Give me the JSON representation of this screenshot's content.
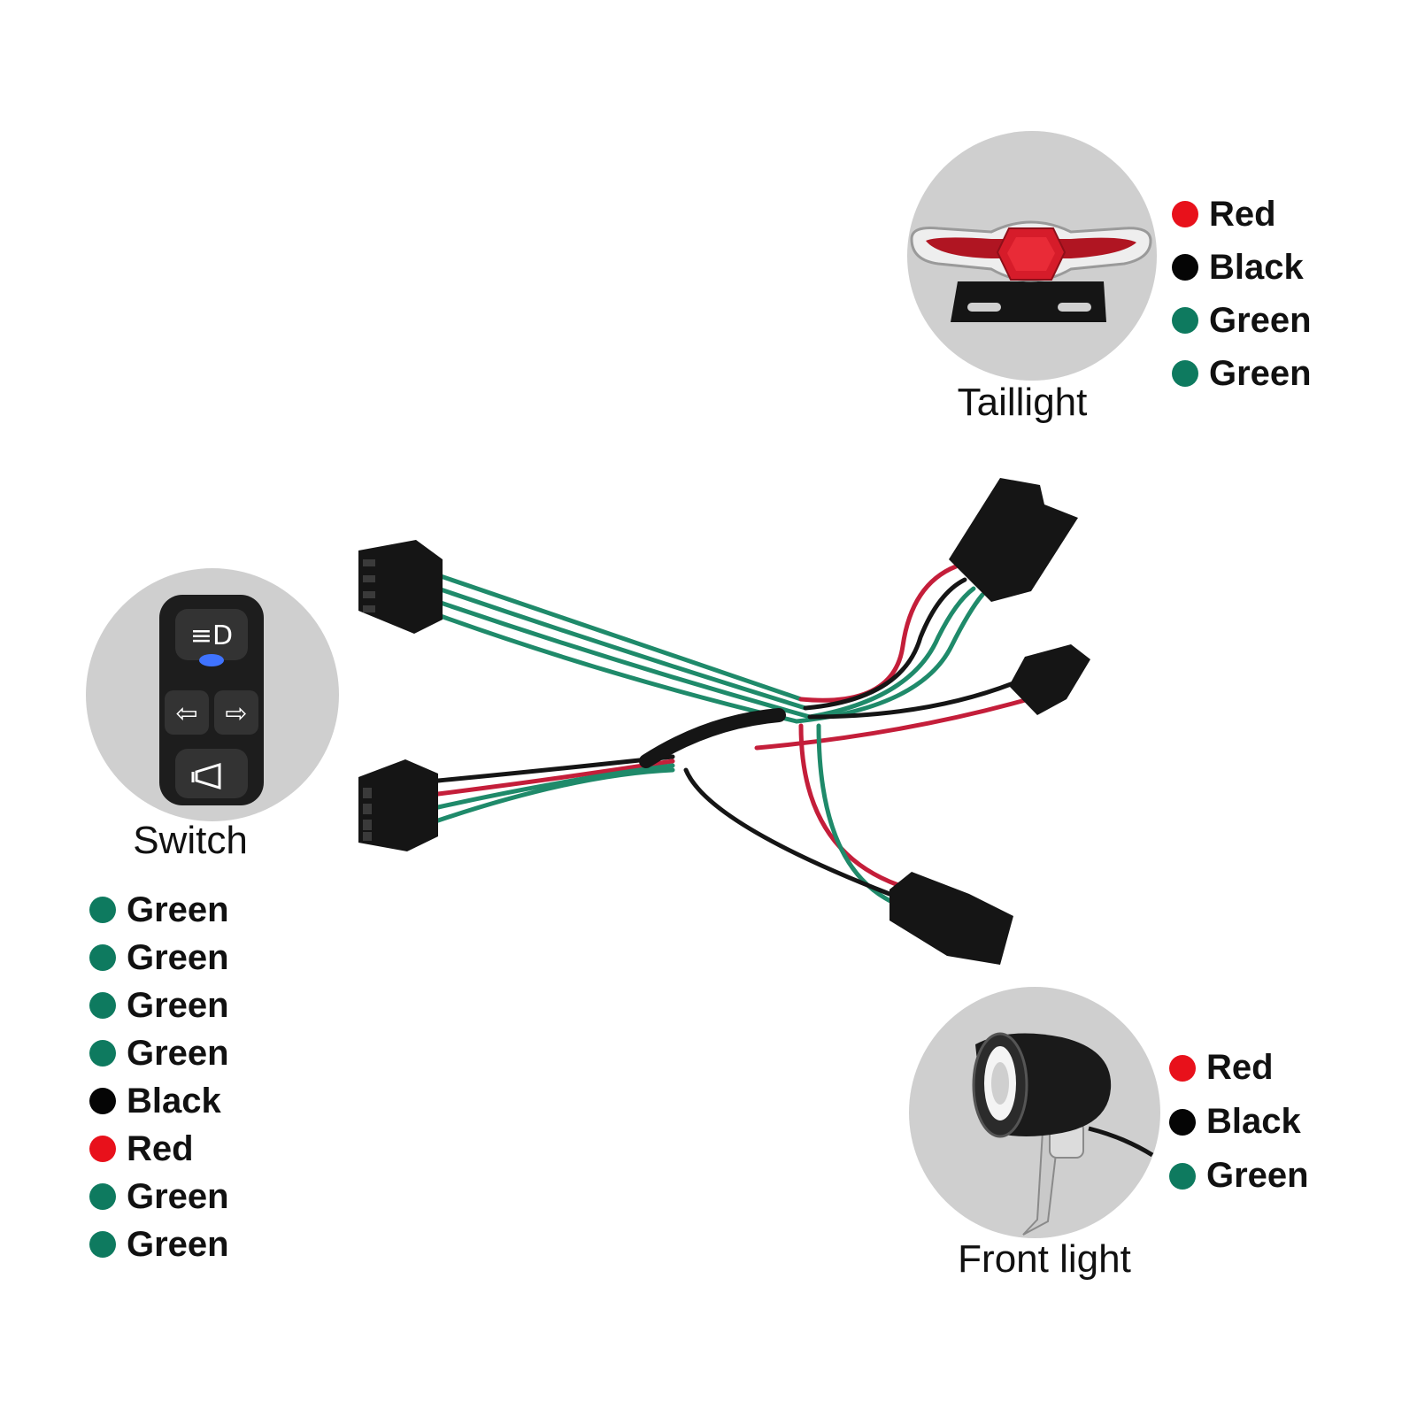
{
  "components": {
    "taillight": {
      "label": "Taillight",
      "icon": "taillight-icon"
    },
    "switch": {
      "label": "Switch",
      "icon": "handlebar-switch-icon"
    },
    "front_light": {
      "label": "Front light",
      "icon": "front-light-icon"
    }
  },
  "legends": {
    "taillight": [
      {
        "label": "Red",
        "color": "#e8111b"
      },
      {
        "label": "Black",
        "color": "#050505"
      },
      {
        "label": "Green",
        "color": "#0e7a5f"
      },
      {
        "label": "Green",
        "color": "#0e7a5f"
      }
    ],
    "switch": [
      {
        "label": "Green",
        "color": "#0e7a5f"
      },
      {
        "label": "Green",
        "color": "#0e7a5f"
      },
      {
        "label": "Green",
        "color": "#0e7a5f"
      },
      {
        "label": "Green",
        "color": "#0e7a5f"
      },
      {
        "label": "Black",
        "color": "#050505"
      },
      {
        "label": "Red",
        "color": "#e8111b"
      },
      {
        "label": "Green",
        "color": "#0e7a5f"
      },
      {
        "label": "Green",
        "color": "#0e7a5f"
      }
    ],
    "front_light": [
      {
        "label": "Red",
        "color": "#e8111b"
      },
      {
        "label": "Black",
        "color": "#050505"
      },
      {
        "label": "Green",
        "color": "#0e7a5f"
      }
    ]
  },
  "wire_colors": {
    "red": "#c41e3a",
    "black": "#151515",
    "green": "#1f8a6a"
  }
}
